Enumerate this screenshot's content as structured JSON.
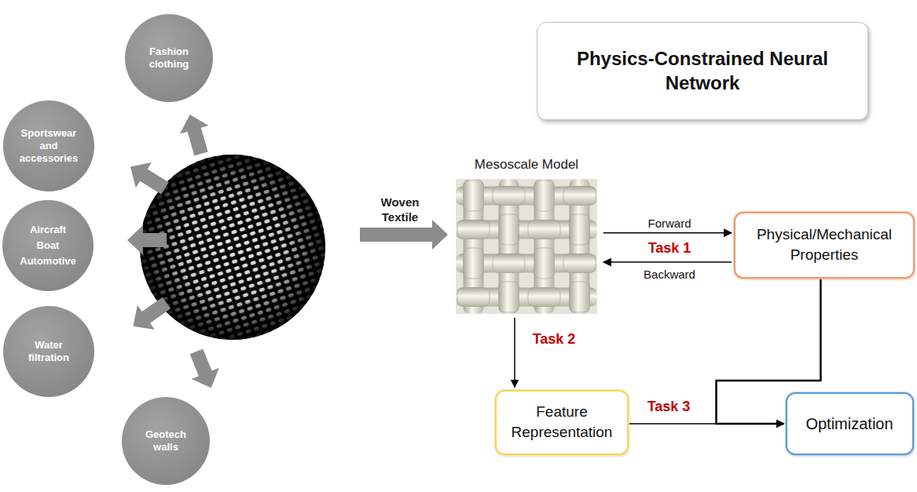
{
  "diagram": {
    "nodes": [
      {
        "text": [
          "Fashion clothing"
        ]
      },
      {
        "text": [
          "Sportswear and accessories"
        ]
      },
      {
        "text": [
          "Aircraft Boat Automotive"
        ]
      },
      {
        "text": [
          "Water filtration"
        ]
      },
      {
        "text": [
          "Geotech walls"
        ]
      },
      {
        "text": [
          "Physics-Constrained Neural Network"
        ]
      },
      {
        "text": [
          "Mesoscale Model"
        ]
      },
      {
        "text": [
          "Physical/Mechanical Properties"
        ]
      },
      {
        "text": [
          "Feature Representation"
        ]
      },
      {
        "text": [
          "Optimization"
        ]
      }
    ],
    "edges": [
      {
        "from": 6,
        "to": 7,
        "arrow": "to",
        "label": "Forward"
      },
      {
        "from": 7,
        "to": 6,
        "arrow": "to",
        "label": "Backward"
      },
      {
        "from": 6,
        "to": 8,
        "arrow": "to",
        "label": "Task 2"
      },
      {
        "from": 8,
        "to": 9,
        "arrow": "to",
        "label": "Task 3"
      },
      {
        "from": 7,
        "to": 9,
        "arrow": "to"
      }
    ],
    "labels": [
      "Woven Textile",
      "Task 1"
    ]
  }
}
